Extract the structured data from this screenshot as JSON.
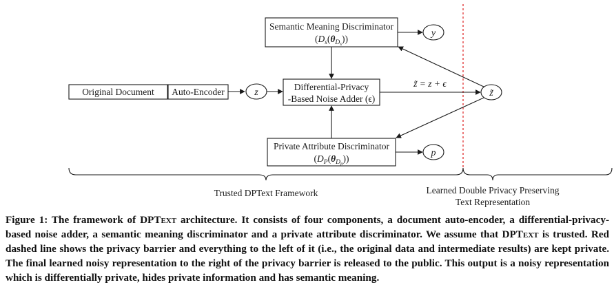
{
  "figure": {
    "nodes": {
      "original_document": "Original Document",
      "auto_encoder": "Auto-Encoder",
      "z": "z",
      "dp_noise_line1": "Differential-Privacy",
      "dp_noise_line2": "-Based Noise Adder (ϵ)",
      "semantic_line1": "Semantic Meaning Discriminator",
      "private_line1": "Private Attribute Discriminator",
      "y": "y",
      "p": "p",
      "z_tilde": "z̃"
    },
    "edge_label": "z̃ = z + ϵ",
    "brace_labels": {
      "trusted": "Trusted DPText Framework",
      "learned_line1": "Learned Double Privacy Preserving",
      "learned_line2": "Text Representation"
    }
  },
  "caption": {
    "prefix": "Figure 1: The framework of DP",
    "name_sc": "Text",
    "middle": " architecture. It consists of four components, a document auto-encoder, a differential-privacy-based noise adder, a semantic meaning discriminator and a private attribute discriminator. We assume that DP",
    "name_sc2": "Text",
    "rest": " is trusted. Red dashed line shows the privacy barrier and everything to the left of it (i.e., the original data and intermediate results) are kept private. The final learned noisy representation to the right of the privacy barrier is released to the public. This output is a noisy representation which is differentially private, hides private information and has semantic meaning."
  }
}
